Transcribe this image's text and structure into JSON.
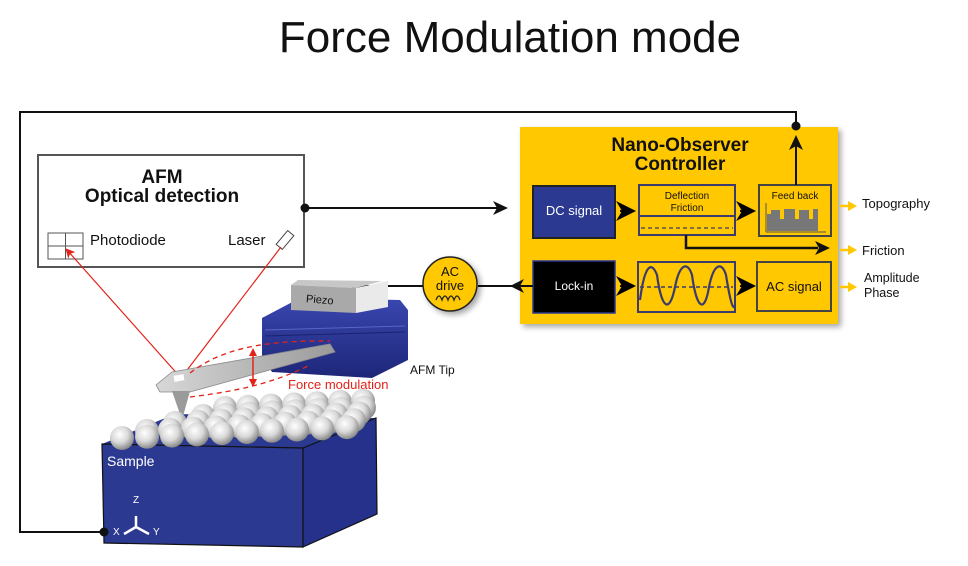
{
  "title": "Force Modulation mode",
  "optical": {
    "line1": "AFM",
    "line2": "Optical detection",
    "photodiode": "Photodiode",
    "laser": "Laser"
  },
  "controller": {
    "line1": "Nano-Observer",
    "line2": "Controller",
    "dc_signal": "DC signal",
    "deflection": "Deflection",
    "friction": "Friction",
    "feedback": "Feed back",
    "lockin": "Lock-in",
    "ac_signal": "AC signal"
  },
  "outputs": {
    "topography": "Topography",
    "friction": "Friction",
    "amplitude": "Amplitude",
    "phase": "Phase"
  },
  "ac_drive": {
    "line1": "AC",
    "line2": "drive"
  },
  "piezo": "Piezo",
  "afm_tip": "AFM Tip",
  "force_modulation": "Force modulation",
  "sample": "Sample",
  "axes": {
    "x": "X",
    "y": "Y",
    "z": "Z"
  },
  "colors": {
    "controller_bg": "#FFC800",
    "navy": "#2B3990",
    "red": "#E32219",
    "black": "#000000"
  }
}
